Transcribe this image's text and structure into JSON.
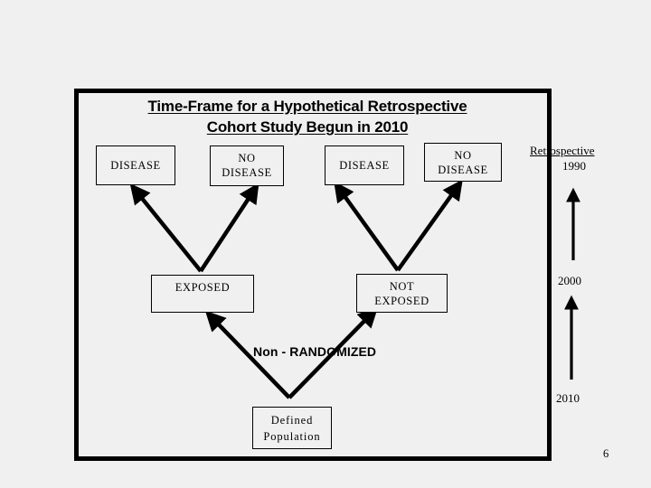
{
  "slide": {
    "page_number": "6",
    "background_color": "#f0f0f0",
    "frame_color": "#000000"
  },
  "title": {
    "line1": "Time-Frame for a Hypothetical Retrospective",
    "line2": "Cohort Study Begun in 2010"
  },
  "outcome_boxes": [
    {
      "id": "disease-1",
      "label": "DISEASE"
    },
    {
      "id": "nodisease-1",
      "label": "NO\nDISEASE",
      "line1": "NO",
      "line2": "DISEASE"
    },
    {
      "id": "disease-2",
      "label": "DISEASE"
    },
    {
      "id": "nodisease-2",
      "label": "NO\nDISEASE",
      "line1": "NO",
      "line2": "DISEASE"
    }
  ],
  "exposure_boxes": [
    {
      "id": "exposed",
      "label": "EXPOSED"
    },
    {
      "id": "not-exposed",
      "line1": "NOT",
      "line2": "EXPOSED"
    }
  ],
  "population_box": {
    "line1": "Defined",
    "line2": "Population"
  },
  "labels": {
    "non_randomized": "Non - RANDOMIZED"
  },
  "timeline": {
    "direction_label": "Retrospective",
    "years": [
      {
        "id": "year-1990",
        "label": "1990"
      },
      {
        "id": "year-2000",
        "label": "2000"
      },
      {
        "id": "year-2010",
        "label": "2010"
      }
    ]
  }
}
